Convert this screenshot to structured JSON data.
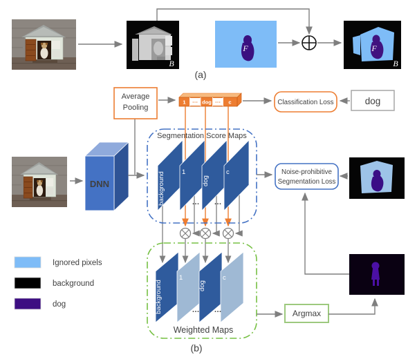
{
  "figure": {
    "panel_a_label": "(a)",
    "panel_b_label": "(b)"
  },
  "panel_a": {
    "bg_label": "B",
    "fg_label": "F",
    "result_fg_label": "F",
    "result_bg_label": "B"
  },
  "panel_b": {
    "dnn": "DNN",
    "avg_pool_line1": "Average",
    "avg_pool_line2": "Pooling",
    "vector_cells": [
      "1",
      "⋯",
      "dog",
      "⋯",
      "c"
    ],
    "classification_loss": "Classification Loss",
    "image_class_label": "dog",
    "score_maps_title": "Segmentation Score Maps",
    "score_plane_labels": [
      "background",
      "1",
      "dog",
      "c"
    ],
    "weighted_maps_title": "Weighted Maps",
    "weighted_plane_labels": [
      "background",
      "1",
      "dog",
      "c"
    ],
    "dots": "…",
    "seg_loss_line1": "Noise-prohibitive",
    "seg_loss_line2": "Segmentation Loss",
    "argmax": "Argmax"
  },
  "legend": {
    "items": [
      {
        "label": "Ignored pixels",
        "color": "#7EBCF7"
      },
      {
        "label": "background",
        "color": "#000000"
      },
      {
        "label": "dog",
        "color": "#3D0E82"
      }
    ]
  },
  "colors": {
    "orange": "#ED7D31",
    "blue_accent": "#4472C4",
    "dark_plane_blue": "#2F5B9D",
    "light_plane_blue": "#9FB9D4",
    "green_accent": "#76C043",
    "gray_line": "#7F7F7F",
    "class_text_red": "#FF0000",
    "ignored_blue": "#7EBCF7",
    "dog_purple": "#3D0E82"
  }
}
